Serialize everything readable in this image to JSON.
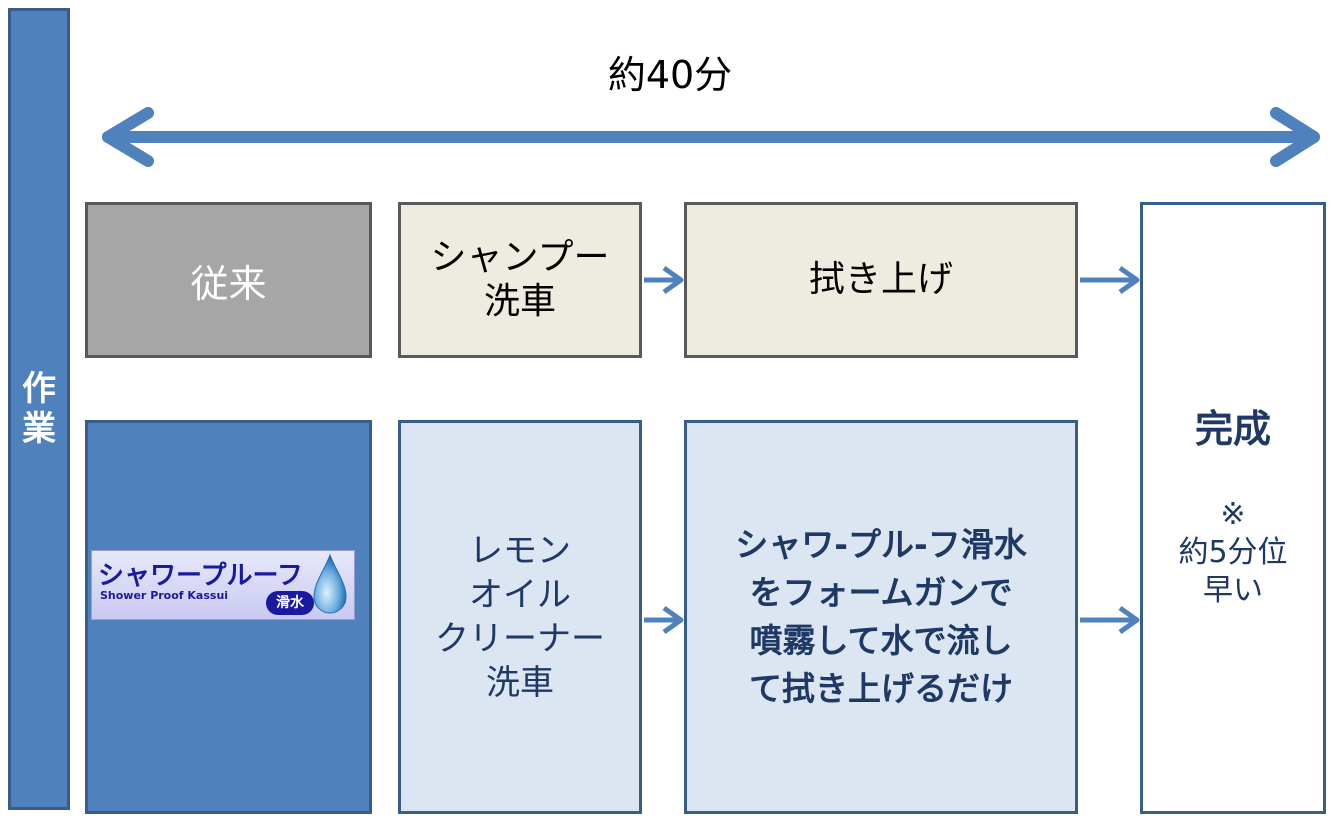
{
  "side_label": [
    "作",
    "業"
  ],
  "duration_label": "約40分",
  "row_conventional": {
    "header": "従来",
    "step1": [
      "シャンプー",
      "洗車"
    ],
    "step2": "拭き上げ"
  },
  "row_product": {
    "logo": {
      "name_jp": "シャワープルーフ",
      "name_en": "Shower Proof Kassui",
      "badge": "滑水"
    },
    "step1": [
      "レモン",
      "オイル",
      "クリーナー",
      "洗車"
    ],
    "step2": [
      "シャワ-プル-フ滑水",
      "をフォームガンで",
      "噴霧して水で流し",
      "て拭き上げるだけ"
    ]
  },
  "result": {
    "title": "完成",
    "note_mark": "※",
    "note": [
      "約5分位",
      "早い"
    ]
  },
  "colors": {
    "primary_blue": "#4f81bd",
    "border_blue": "#385d8a",
    "light_blue": "#dce6f2",
    "beige": "#eeece1",
    "gray": "#a6a6a6",
    "dark_text": "#1f3864"
  }
}
